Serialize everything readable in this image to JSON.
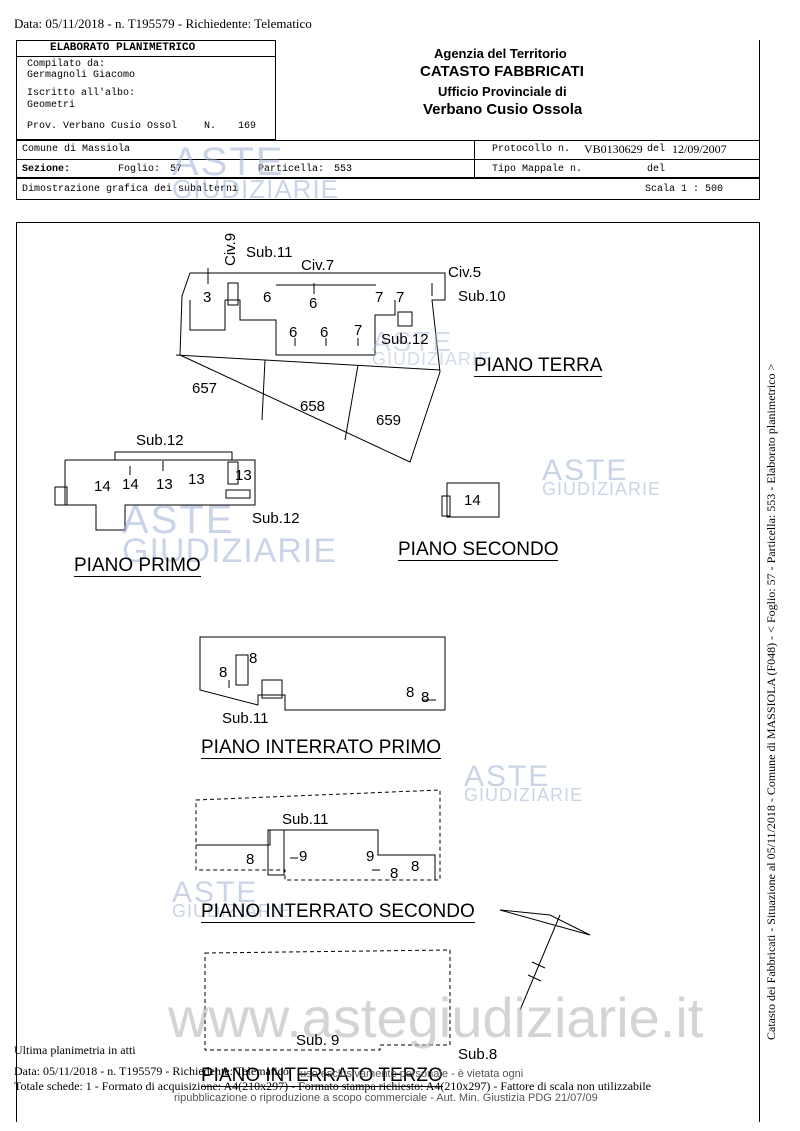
{
  "header_line": "Data: 05/11/2018 - n. T195579 - Richiedente: Telematico",
  "form": {
    "title": "ELABORATO PLANIMETRICO",
    "compilato_label": "Compilato da:",
    "compilato_value": "Germagnoli Giacomo",
    "iscritto_label": "Iscritto all'albo:",
    "iscritto_value": "Geometri",
    "prov_label": "Prov. Verbano Cusio Ossol",
    "n_label": "N.",
    "n_value": "169"
  },
  "agency": {
    "line1": "Agenzia del Territorio",
    "line2": "CATASTO FABBRICATI",
    "line3": "Ufficio Provinciale di",
    "line4": "Verbano Cusio Ossola"
  },
  "info": {
    "comune_label": "Comune di Massiola",
    "sezione_label": "Sezione:",
    "foglio_label": "Foglio:",
    "foglio_value": "57",
    "particella_label": "Particella:",
    "particella_value": "553",
    "protocollo_label": "Protocollo n.",
    "protocollo_value": "VB0130629",
    "del_label": "del",
    "del_value": "12/09/2007",
    "tipo_label": "Tipo Mappale n.",
    "del2_label": "del",
    "dimostrazione": "Dimostrazione grafica dei subalterni",
    "scala": "Scala 1 : 500"
  },
  "watermark": {
    "aste": "ASTE",
    "giudiziarie": "GIUDIZIARIE",
    "site": "www.astegiudiziarie.it"
  },
  "plans": {
    "terra": "PIANO TERRA",
    "primo": "PIANO PRIMO",
    "secondo": "PIANO SECONDO",
    "interrato_primo": "PIANO INTERRATO PRIMO",
    "interrato_secondo": "PIANO INTERRATO SECONDO",
    "interrato_terzo": "PIANO INTERRATO TERZO"
  },
  "labels": {
    "civ9": "Civ.9",
    "sub11": "Sub.11",
    "civ7": "Civ.7",
    "civ5": "Civ.5",
    "sub10": "Sub.10",
    "sub12": "Sub.12",
    "sub8": "Sub.8",
    "sub9": "Sub. 9",
    "n3": "3",
    "n6": "6",
    "n7": "7",
    "n8": "8",
    "n9": "9",
    "n13": "13",
    "n14": "14",
    "p657": "657",
    "p658": "658",
    "p659": "659"
  },
  "side_text": "Catasto dei Fabbricati - Situazione al 05/11/2018 - Comune di MASSIOLA (F048) - < Foglio: 57 - Particella: 553 - Elaborato planimetrico >",
  "footer": {
    "ultima": "Ultima planimetria in atti",
    "line1": "Data: 05/11/2018 - n. T195579 - Richiedente: Telematico",
    "line2": "Totale schede: 1 - Formato di acquisizione: A4(210x297) - Formato stampa richiesto: A4(210x297) - Fattore di scala non utilizzabile",
    "overlay1": "uso esclusivamente personale - è vietata ogni",
    "overlay2": "ripubblicazione o riproduzione a scopo commerciale - Aut. Min. Giustizia PDG 21/07/09"
  }
}
